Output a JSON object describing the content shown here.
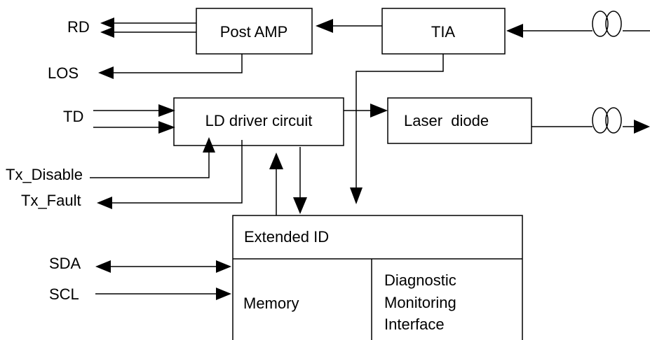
{
  "blocks": {
    "post_amp": "Post AMP",
    "tia": "TIA",
    "ld_driver": "LD driver circuit",
    "laser_diode": "Laser  diode",
    "extended_id": "Extended ID",
    "memory": "Memory",
    "diagnostic_lines": [
      "Diagnostic",
      "Monitoring",
      "Interface"
    ]
  },
  "signals": {
    "rd": "RD",
    "los": "LOS",
    "td": "TD",
    "tx_disable": "Tx_Disable",
    "tx_fault": "Tx_Fault",
    "sda": "SDA",
    "scl": "SCL"
  },
  "icons": {
    "fiber_input": "fiber-coil-icon",
    "fiber_output": "fiber-coil-icon"
  }
}
